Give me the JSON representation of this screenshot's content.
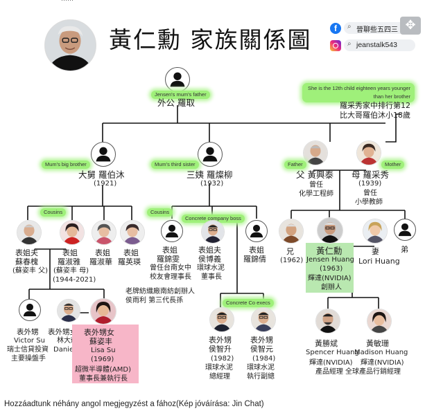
{
  "header": {
    "title": "黃仁勳 家族關係圖",
    "corner_text": "……",
    "facebook": "晉聊些五四三",
    "instagram": "jeanstalk543"
  },
  "notes": {
    "right_top_en": "She is the 12th child eighteen years younger than her brother",
    "right_top_zh1": "羅采秀家中排行第12",
    "right_top_zh2": "比大哥羅伯沐小18歲",
    "jensen_mums_father": "Jensen's mum's father",
    "mums_big_brother": "Mum's big brother",
    "mums_third_sister": "Mum's third sister",
    "father": "Father",
    "mother": "Mother",
    "cousins_left": "Cousins",
    "cousins_mid": "Cousins",
    "concrete_boss": "Concrete company boss",
    "concrete_execs": "Concrete Co execs"
  },
  "people": {
    "grandpa": {
      "line1": "外公 羅取"
    },
    "uncle": {
      "line1": "大舅 羅伯沐",
      "line2": "(1921)"
    },
    "aunt": {
      "line1": "三姨 羅燦柳",
      "line2": "(1932)"
    },
    "father": {
      "line1": "父 黃興泰",
      "line2": "曾任",
      "line3": "化學工程師"
    },
    "mother": {
      "line1": "母 羅采秀",
      "line2": "(1939)",
      "line3": "曾任",
      "line4": "小學教師"
    },
    "c1": {
      "line1": "表姐夫",
      "line2": "蘇春槐",
      "line3": "(蘇姿丰 父)"
    },
    "c2": {
      "line1": "表姐",
      "line2": "羅淑雅",
      "line3": "(蘇姿丰 母)",
      "line4": "(1944-2021)"
    },
    "c3": {
      "line1": "表姐",
      "line2": "羅淑華"
    },
    "c4": {
      "line1": "表姐",
      "line2": "羅英瑛"
    },
    "m1": {
      "line1": "表姐",
      "line2": "羅錦雯",
      "line3": "曾任台南女中",
      "line4": "校友會理事長"
    },
    "m2": {
      "line1": "表姐夫",
      "line2": "侯博義",
      "line3": "環球水泥",
      "line4": "董事長"
    },
    "m3": {
      "line1": "表姐",
      "line2": "羅錦倩"
    },
    "hou_note1": "老牌紡織廠南紡創辦人",
    "hou_note2": "侯雨利 第三代長孫",
    "brother": {
      "line1": "兄",
      "line2": "(1962)"
    },
    "jensen": {
      "line1": "黃仁勳",
      "line2": "Jensen Huang",
      "line3": "(1963)",
      "line4": "輝達(NVIDIA)",
      "line5": "創辦人"
    },
    "wife": {
      "line1": "妻",
      "line2": "Lori Huang"
    },
    "younger": {
      "line1": "弟"
    },
    "victor": {
      "line1": "表外甥",
      "line2": "Victor Su",
      "line3": "瑞士信貸投資",
      "line4": "主要操盤手"
    },
    "daniel": {
      "line1": "表外甥女夫",
      "line2": "林大耀",
      "line3": "Daniel Lin"
    },
    "lisa": {
      "line1": "表外甥女",
      "line2": "蘇姿丰",
      "line3": "Lisa Su",
      "line4": "(1969)",
      "line5": "超微半導體(AMD)",
      "line6": "董事長兼執行長"
    },
    "zhisheng": {
      "line1": "表外甥",
      "line2": "侯智升",
      "line3": "(1982)",
      "line4": "環球水泥",
      "line5": "總經理"
    },
    "zhiyuan": {
      "line1": "表外甥",
      "line2": "侯智元",
      "line3": "(1984)",
      "line4": "環球水泥",
      "line5": "執行副總"
    },
    "spencer": {
      "line1": "黃勝斌",
      "line2": "Spencer Huang",
      "line3": "輝達(NVIDIA)",
      "line4": "產品經理"
    },
    "madison": {
      "line1": "黃敏珊",
      "line2": "Madison Huang",
      "line3": "輝達(NVIDIA)",
      "line4": "全球產品行銷經理"
    }
  },
  "caption": "Hozzáadtunk néhány angol megjegyzést a fához(Kép jóváírása: Jin Chat)",
  "colors": {
    "highlight_green": "#a8f28a",
    "jensen_box": "#b9e8b0",
    "lisa_box": "#f7b6c8",
    "line": "#111111"
  }
}
